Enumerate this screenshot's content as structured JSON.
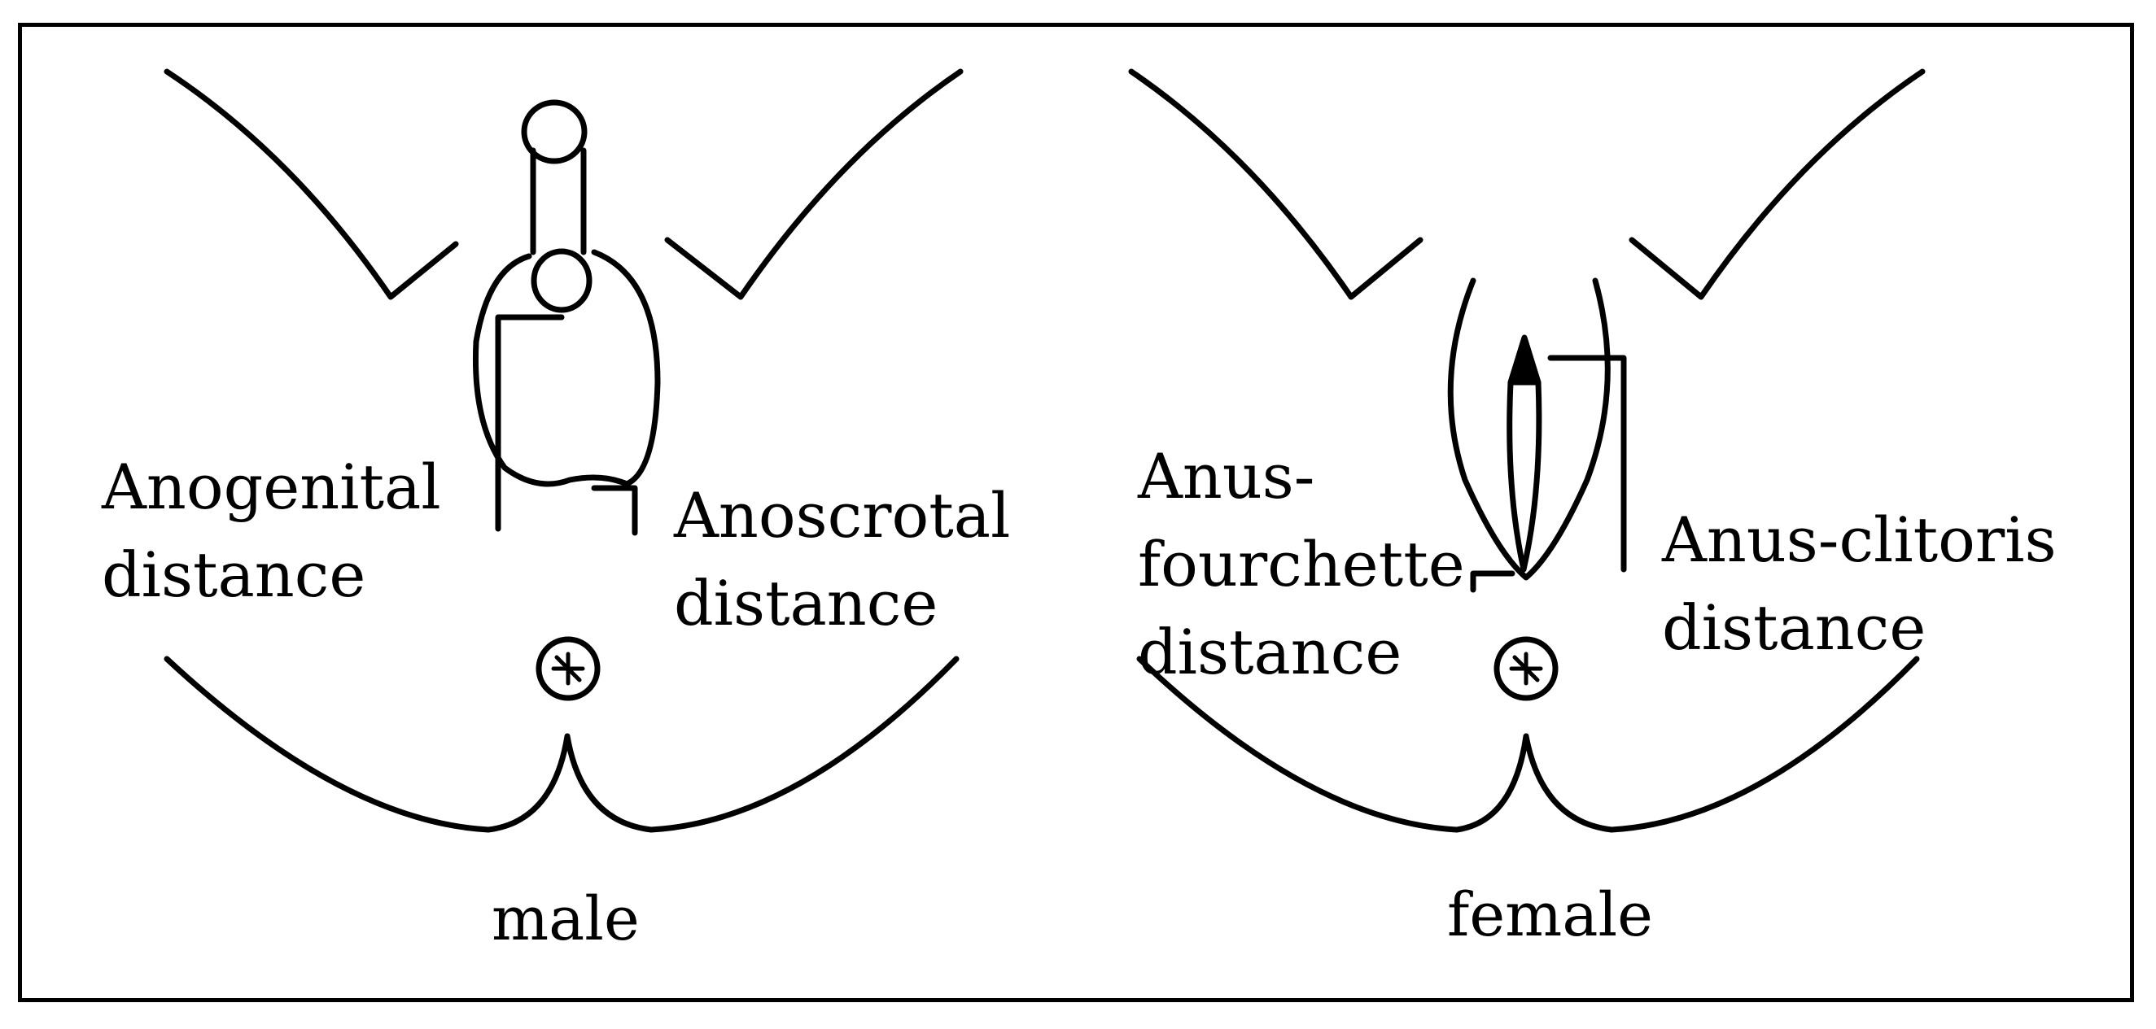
{
  "panels": [
    {
      "caption": "male",
      "labels": [
        {
          "line1": "Anogenital",
          "line2": "distance"
        },
        {
          "line1": "Anoscrotal",
          "line2": "distance"
        }
      ]
    },
    {
      "caption": "female",
      "labels": [
        {
          "line1": "Anus-",
          "line2": "fourchette",
          "line3": "distance"
        },
        {
          "line1": "Anus-clitoris",
          "line2": "distance"
        }
      ]
    }
  ]
}
